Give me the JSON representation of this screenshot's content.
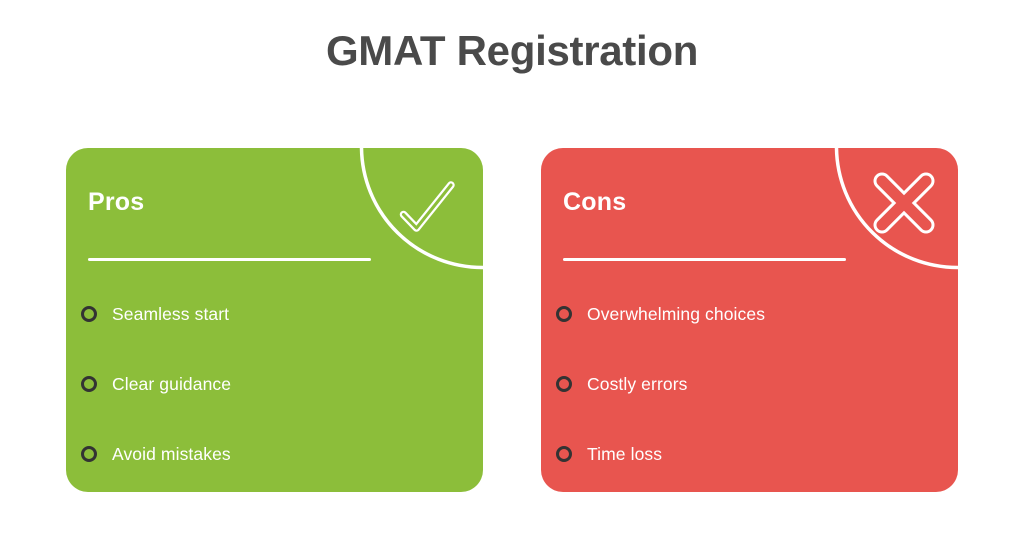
{
  "page": {
    "title": "GMAT Registration",
    "title_color": "#4a4a4a",
    "background": "#ffffff"
  },
  "cards": [
    {
      "key": "pros",
      "heading": "Pros",
      "color": "#8cbe3a",
      "icon": "checkmark-icon",
      "items": [
        {
          "label": "Seamless start"
        },
        {
          "label": "Clear guidance"
        },
        {
          "label": "Avoid mistakes"
        }
      ]
    },
    {
      "key": "cons",
      "heading": "Cons",
      "color": "#e8554f",
      "icon": "cross-icon",
      "items": [
        {
          "label": "Overwhelming choices"
        },
        {
          "label": "Costly errors"
        },
        {
          "label": "Time loss"
        }
      ]
    }
  ]
}
